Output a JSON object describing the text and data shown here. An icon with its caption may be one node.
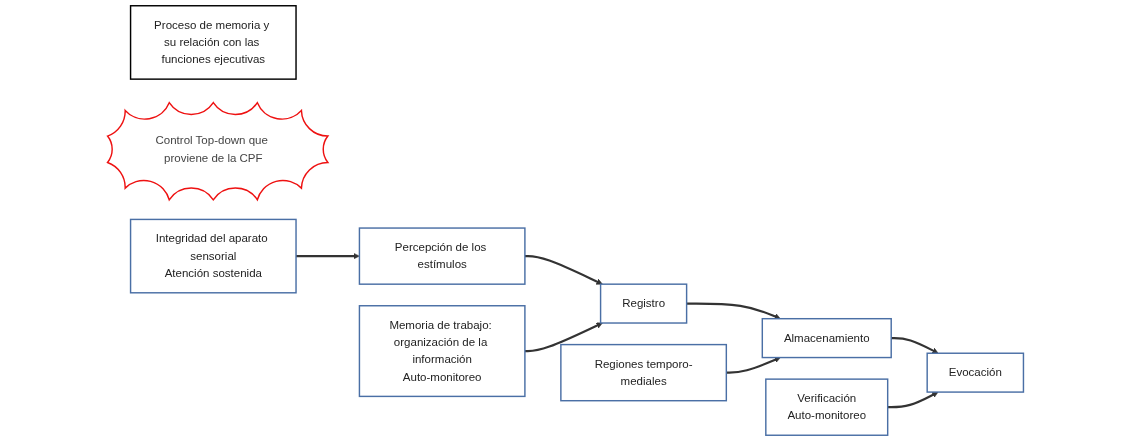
{
  "diagram": {
    "nodes": [
      {
        "text": [
          "Proceso de memoria y su relación con las funciones ejecutivas"
        ]
      },
      {
        "text": [
          "Percepción de los estímulos"
        ]
      },
      {
        "text": [
          "Registro"
        ]
      },
      {
        "text": [
          "Almacenamiento"
        ]
      },
      {
        "text": [
          "Evocación"
        ]
      },
      {
        "text": [
          "Control Top-down que proviene de la CPF"
        ]
      },
      {
        "text": [
          "Integridad del aparato sensorial",
          "Atención sostenida"
        ]
      },
      {
        "text": [
          "Memoria de trabajo: organización de la información",
          "Auto-monitoreo"
        ]
      },
      {
        "text": [
          "Regiones temporo-mediales"
        ]
      },
      {
        "text": [
          "Verificación",
          "Auto-monitoreo"
        ]
      }
    ],
    "edges": [
      {
        "from": 1,
        "to": 2,
        "arrow": "to"
      },
      {
        "from": 2,
        "to": 3,
        "arrow": "to"
      },
      {
        "from": 3,
        "to": 4,
        "arrow": "to"
      },
      {
        "from": 6,
        "to": 1,
        "arrow": "to"
      },
      {
        "from": 7,
        "to": 2,
        "arrow": "to"
      },
      {
        "from": 8,
        "to": 3,
        "arrow": "to"
      },
      {
        "from": 9,
        "to": 4,
        "arrow": "to"
      }
    ]
  }
}
